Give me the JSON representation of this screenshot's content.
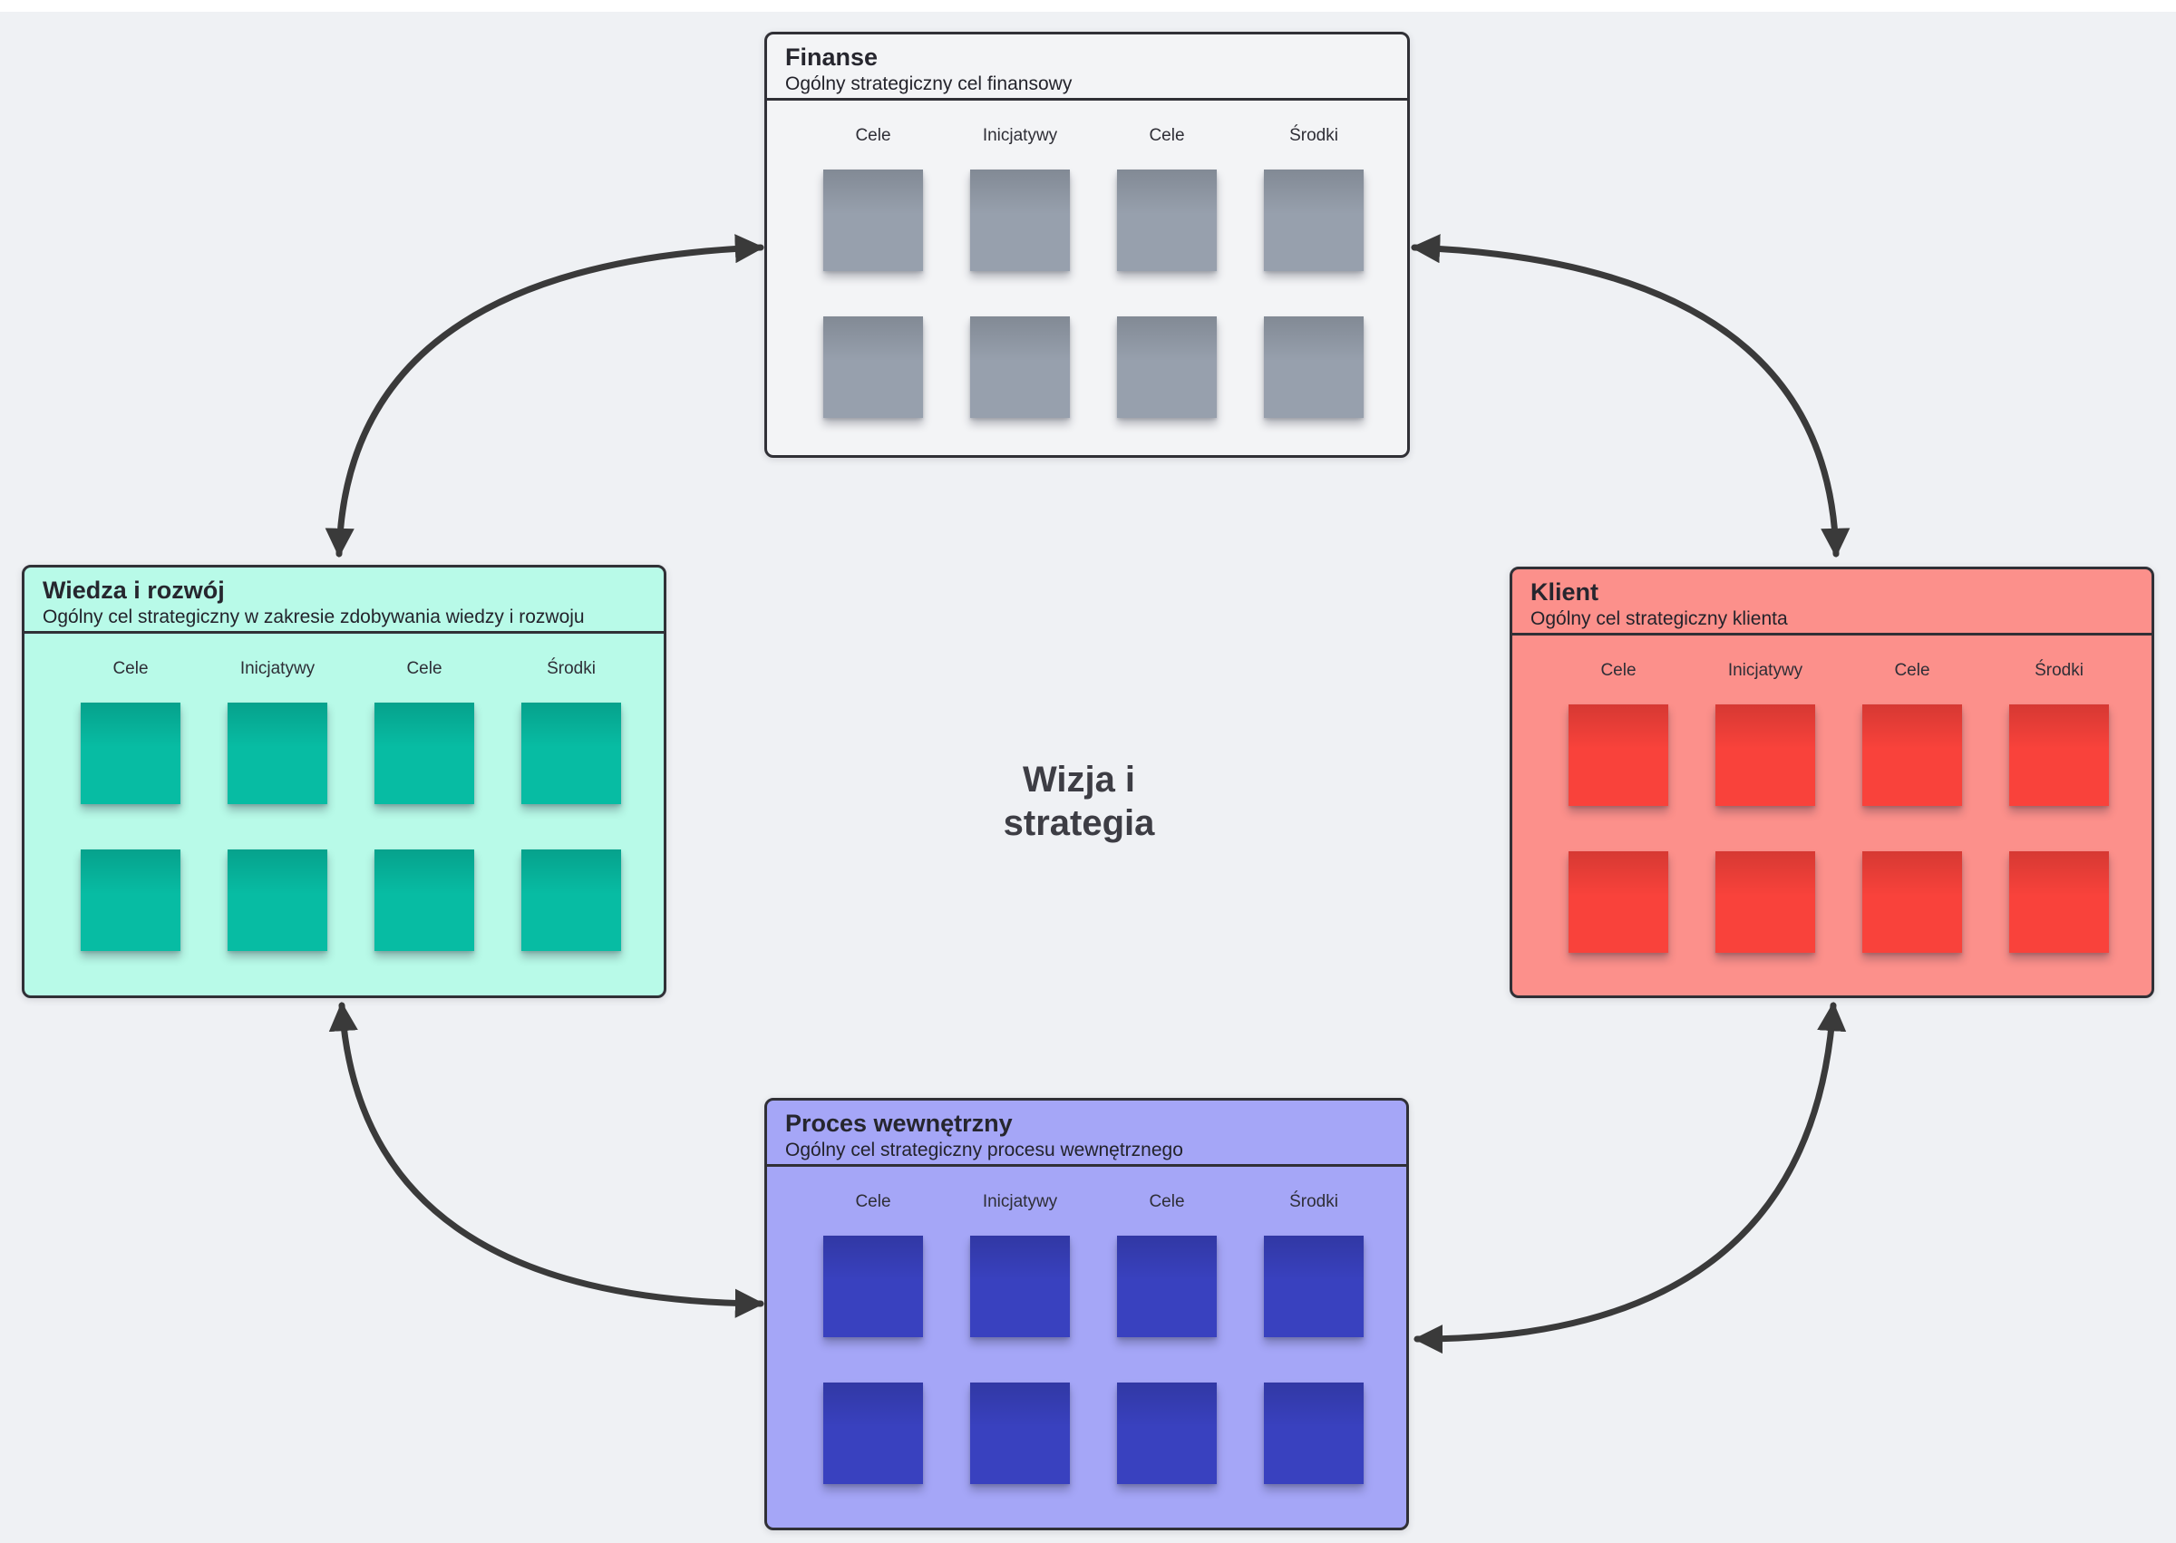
{
  "board": {
    "background_color": "#eff1f4",
    "top_strip_color": "#ffffff",
    "connector_color": "#3a3a3a",
    "center_label": {
      "line1": "Wizja i",
      "line2": "strategia",
      "color": "#3d3d44"
    }
  },
  "panels": [
    {
      "id": "finanse",
      "title": "Finanse",
      "subtitle": "Ogólny strategiczny cel finansowy",
      "fill_color": "#f3f4f6",
      "note_color": "#97a0ad",
      "columns": [
        "Cele",
        "Inicjatywy",
        "Cele",
        "Środki"
      ],
      "notes": {
        "rows": 2,
        "cols": 4,
        "count": 8
      }
    },
    {
      "id": "wiedza",
      "title": "Wiedza i rozwój",
      "subtitle": "Ogólny cel strategiczny w zakresie zdobywania wiedzy i rozwoju",
      "fill_color": "#b8fae8",
      "note_color": "#07bca3",
      "columns": [
        "Cele",
        "Inicjatywy",
        "Cele",
        "Środki"
      ],
      "notes": {
        "rows": 2,
        "cols": 4,
        "count": 8
      }
    },
    {
      "id": "klient",
      "title": "Klient",
      "subtitle": "Ogólny cel strategiczny klienta",
      "fill_color": "#fc908b",
      "note_color": "#f9423b",
      "columns": [
        "Cele",
        "Inicjatywy",
        "Cele",
        "Środki"
      ],
      "notes": {
        "rows": 2,
        "cols": 4,
        "count": 8
      }
    },
    {
      "id": "proces",
      "title": "Proces wewnętrzny",
      "subtitle": "Ogólny cel strategiczny procesu wewnętrznego",
      "fill_color": "#a5a6f7",
      "note_color": "#3941bf",
      "columns": [
        "Cele",
        "Inicjatywy",
        "Cele",
        "Środki"
      ],
      "notes": {
        "rows": 2,
        "cols": 4,
        "count": 8
      }
    }
  ],
  "connectors": [
    {
      "name": "finanse-wiedza",
      "type": "double-arrow"
    },
    {
      "name": "finanse-klient",
      "type": "double-arrow"
    },
    {
      "name": "wiedza-proces",
      "type": "double-arrow"
    },
    {
      "name": "klient-proces",
      "type": "double-arrow"
    }
  ]
}
